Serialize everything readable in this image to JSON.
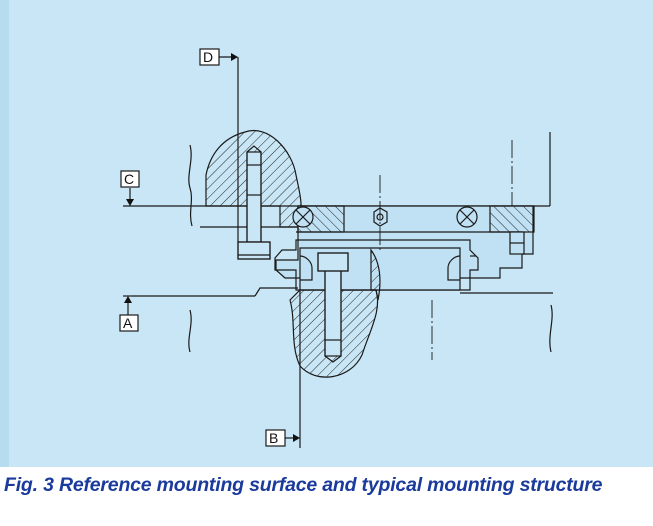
{
  "figure": {
    "caption": "Fig. 3  Reference mounting surface and typical mounting structure",
    "labels": {
      "a": "A",
      "b": "B",
      "c": "C",
      "d": "D"
    },
    "colors": {
      "background": "#c8e6f5",
      "rail_fill": "#bfe1f3",
      "caption": "#1a3a9c",
      "line": "#1a1a1a"
    }
  }
}
